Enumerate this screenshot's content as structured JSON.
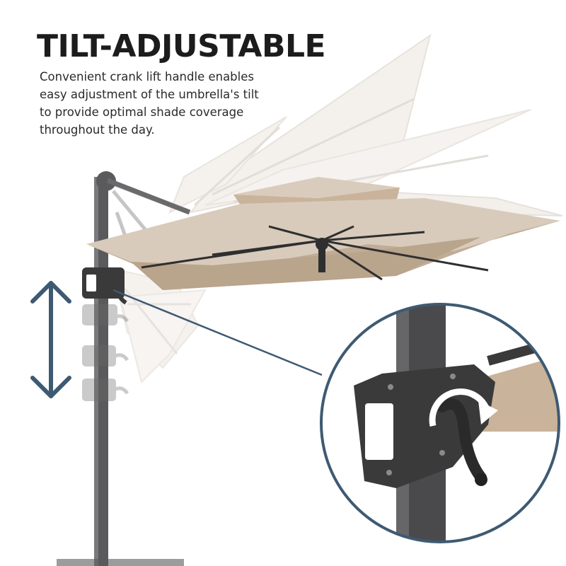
{
  "headline": "TILT-ADJUSTABLE",
  "description_lines": [
    "Convenient crank lift handle enables",
    "easy adjustment of the umbrella's tilt",
    "to provide optimal shade coverage",
    "throughout the day."
  ],
  "colors": {
    "canopy": "#cdbba9",
    "canopy_light": "#e9e2d9",
    "pole": "#5a5a5c",
    "arrow": "#3e5a73",
    "inset_ring": "#3e5a73",
    "crank_body": "#3a3a3a"
  },
  "icons": {
    "vertical_arrow": "up-down-arrow-icon",
    "rotate_arrow": "rotate-arrow-icon"
  }
}
